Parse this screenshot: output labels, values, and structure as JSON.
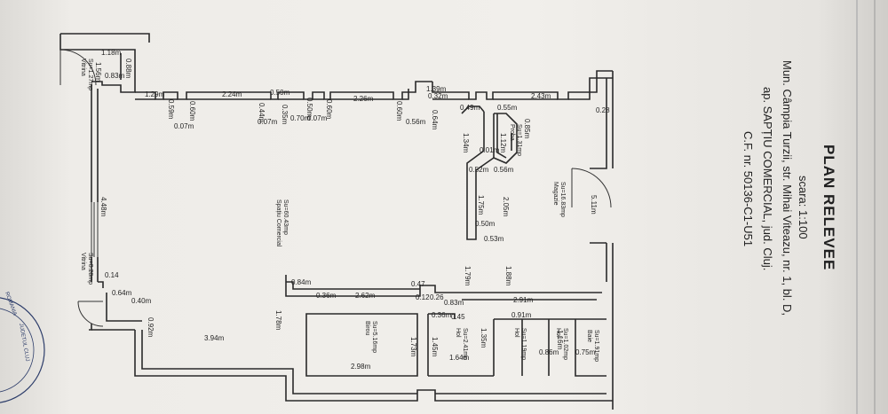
{
  "title": {
    "main": "PLAN RELEVEE",
    "scale": "scara: 1:100",
    "line1": "Mun. Câmpia Turzii, str. Mihai Viteazu, nr. 1, bl. D,",
    "line2": "ap. SAPȚIU COMERCIAL, jud. Cluj.",
    "line3": "C.F. nr. 50136-C1-U51"
  },
  "rooms": [
    {
      "name": "Vitrina",
      "area": "Su=1.27mp"
    },
    {
      "name": "Vitrina",
      "area": "Su=0.28mp"
    },
    {
      "name": "Spațiu Comercial",
      "area": "Su=60.43mp"
    },
    {
      "name": "Magazie",
      "area": "Su=16.83mp"
    },
    {
      "name": "Proba",
      "area": "Su=1.31mp"
    },
    {
      "name": "Birou",
      "area": "Su=5.16mp"
    },
    {
      "name": "Hol",
      "area": "Su=2.41mp"
    },
    {
      "name": "Hol",
      "area": "Su=1.19mp"
    },
    {
      "name": "Hol",
      "area": "Su=1.02mp"
    },
    {
      "name": "Baie",
      "area": "Su=1.91mp"
    }
  ],
  "dimensions": [
    {
      "text": "1.18m",
      "rot": 0
    },
    {
      "text": "0.88m",
      "rot": 90
    },
    {
      "text": "0.83m",
      "rot": 0
    },
    {
      "text": "1.56m",
      "rot": 90
    },
    {
      "text": "1.29m",
      "rot": 0
    },
    {
      "text": "0.59m",
      "rot": 90
    },
    {
      "text": "0.60m",
      "rot": 90
    },
    {
      "text": "2.24m",
      "rot": 0
    },
    {
      "text": "0.07m",
      "rot": 0
    },
    {
      "text": "0.50m",
      "rot": 0
    },
    {
      "text": "0.44m",
      "rot": 90
    },
    {
      "text": "0.07m",
      "rot": 0
    },
    {
      "text": "0.35m",
      "rot": 90
    },
    {
      "text": "0.70m",
      "rot": 0
    },
    {
      "text": "0.07m",
      "rot": 0
    },
    {
      "text": "0.50m",
      "rot": 90
    },
    {
      "text": "0.60m",
      "rot": 90
    },
    {
      "text": "2.26m",
      "rot": 0
    },
    {
      "text": "0.60m",
      "rot": 90
    },
    {
      "text": "0.56m",
      "rot": 0
    },
    {
      "text": "0.64m",
      "rot": 90
    },
    {
      "text": "0.32m",
      "rot": 0
    },
    {
      "text": "1.39m",
      "rot": 0
    },
    {
      "text": "0.49m",
      "rot": 0
    },
    {
      "text": "2.43m",
      "rot": 0
    },
    {
      "text": "0.28",
      "rot": 0
    },
    {
      "text": "0.55m",
      "rot": 0
    },
    {
      "text": "0.85m",
      "rot": 90
    },
    {
      "text": "1.12m",
      "rot": 90
    },
    {
      "text": "1.34m",
      "rot": 90
    },
    {
      "text": "0.01m",
      "rot": 0
    },
    {
      "text": "0.52m",
      "rot": 0
    },
    {
      "text": "0.56m",
      "rot": 0
    },
    {
      "text": "1.75m",
      "rot": 90
    },
    {
      "text": "2.05m",
      "rot": 90
    },
    {
      "text": "0.50m",
      "rot": 0
    },
    {
      "text": "0.53m",
      "rot": 0
    },
    {
      "text": "5.11m",
      "rot": 90
    },
    {
      "text": "4.48m",
      "rot": 90
    },
    {
      "text": "1.79m",
      "rot": 90
    },
    {
      "text": "1.88m",
      "rot": 90
    },
    {
      "text": "0.84m",
      "rot": 0
    },
    {
      "text": "0.36m",
      "rot": 0
    },
    {
      "text": "2.62m",
      "rot": 0
    },
    {
      "text": "0.47",
      "rot": 0
    },
    {
      "text": "0.12",
      "rot": 0
    },
    {
      "text": "0.26",
      "rot": 0
    },
    {
      "text": "0.83m",
      "rot": 0
    },
    {
      "text": "2.91m",
      "rot": 0
    },
    {
      "text": "0.14",
      "rot": 0
    },
    {
      "text": "0.64m",
      "rot": 0
    },
    {
      "text": "0.40m",
      "rot": 0
    },
    {
      "text": "0.92m",
      "rot": 90
    },
    {
      "text": "1.78m",
      "rot": 90
    },
    {
      "text": "3.94m",
      "rot": 0
    },
    {
      "text": "0.36m",
      "rot": 0
    },
    {
      "text": "0.45",
      "rot": 0
    },
    {
      "text": "0.91m",
      "rot": 0
    },
    {
      "text": "1.73m",
      "rot": 90
    },
    {
      "text": "1.45m",
      "rot": 90
    },
    {
      "text": "1.35m",
      "rot": 90
    },
    {
      "text": "1.16m",
      "rot": 90
    },
    {
      "text": "0.86m",
      "rot": 0
    },
    {
      "text": "0.75m",
      "rot": 0
    },
    {
      "text": "1.64m",
      "rot": 0
    },
    {
      "text": "2.98m",
      "rot": 0
    }
  ]
}
